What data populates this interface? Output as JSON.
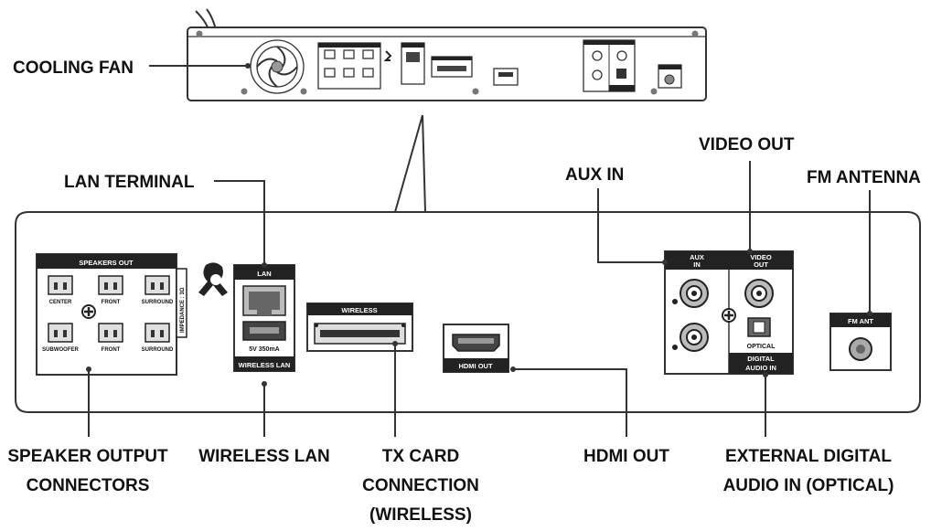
{
  "callouts": {
    "cooling_fan": "COOLING FAN",
    "lan_terminal": "LAN TERMINAL",
    "aux_in": "AUX IN",
    "video_out": "VIDEO OUT",
    "fm_antenna": "FM ANTENNA",
    "speaker_output": [
      "SPEAKER OUTPUT",
      "CONNECTORS"
    ],
    "wireless_lan": "WIRELESS LAN",
    "tx_card": [
      "TX CARD",
      "CONNECTION",
      "(WIRELESS)"
    ],
    "hdmi_out": "HDMI OUT",
    "external_digital": [
      "EXTERNAL DIGITAL",
      "AUDIO IN (OPTICAL)"
    ]
  },
  "panel": {
    "speakers_out": "SPEAKERS OUT",
    "impedance": "IMPEDANCE : 3Ω",
    "speakers": [
      "CENTER",
      "FRONT",
      "SURROUND",
      "SUBWOOFER",
      "FRONT",
      "SURROUND"
    ],
    "lan": "LAN",
    "power": "5V 350mA",
    "wireless_lan": "WIRELESS LAN",
    "wireless": "WIRELESS",
    "hdmi_out": "HDMI OUT",
    "aux_in": [
      "AUX",
      "IN"
    ],
    "video_out": [
      "VIDEO",
      "OUT"
    ],
    "optical": "OPTICAL",
    "digital_audio_in": [
      "DIGITAL",
      "AUDIO IN"
    ],
    "fm_ant": "FM ANT"
  }
}
